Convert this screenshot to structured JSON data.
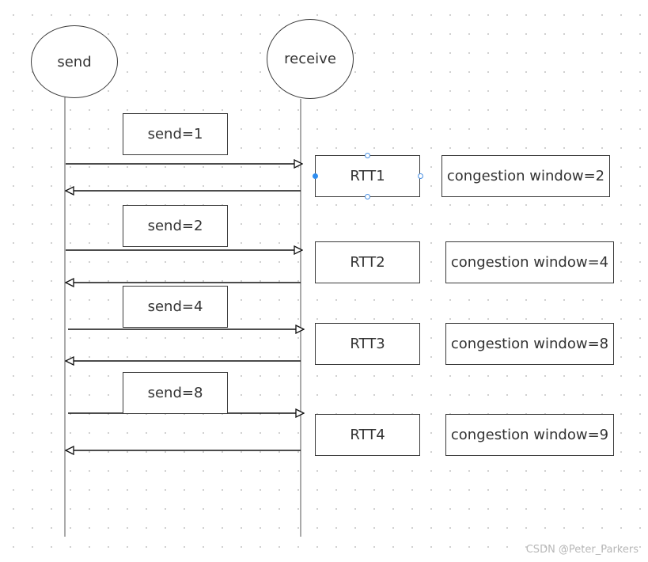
{
  "participants": {
    "sender": "send",
    "receiver": "receive"
  },
  "rounds": [
    {
      "send_label": "send=1",
      "rtt_label": "RTT1",
      "window_label": "congestion window=2"
    },
    {
      "send_label": "send=2",
      "rtt_label": "RTT2",
      "window_label": "congestion window=4"
    },
    {
      "send_label": "send=4",
      "rtt_label": "RTT3",
      "window_label": "congestion window=8"
    },
    {
      "send_label": "send=8",
      "rtt_label": "RTT4",
      "window_label": "congestion window=9"
    }
  ],
  "watermark": "CSDN @Peter_Parkers"
}
